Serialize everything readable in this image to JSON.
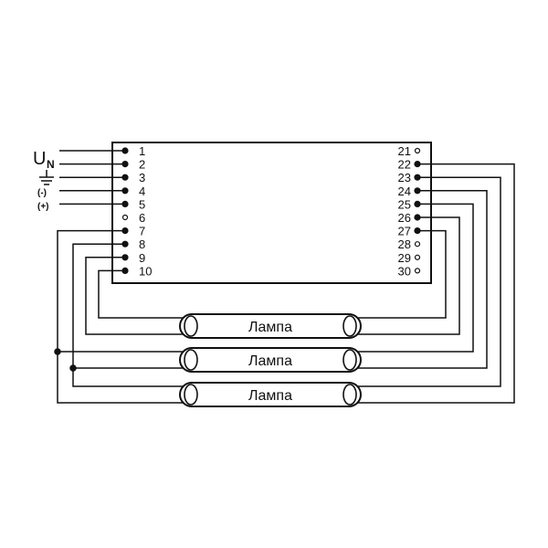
{
  "colors": {
    "line": "#111111",
    "background": "#ffffff"
  },
  "supply_labels": {
    "un_main": "U",
    "un_sub": "N",
    "minus": "(-)",
    "plus": "(+)"
  },
  "left_pins": [
    {
      "label": "1",
      "connected": true
    },
    {
      "label": "2",
      "connected": true
    },
    {
      "label": "3",
      "connected": true
    },
    {
      "label": "4",
      "connected": true
    },
    {
      "label": "5",
      "connected": true
    },
    {
      "label": "6",
      "connected": false
    },
    {
      "label": "7",
      "connected": true
    },
    {
      "label": "8",
      "connected": true
    },
    {
      "label": "9",
      "connected": true
    },
    {
      "label": "10",
      "connected": true
    }
  ],
  "right_pins": [
    {
      "label": "21",
      "connected": false
    },
    {
      "label": "22",
      "connected": true
    },
    {
      "label": "23",
      "connected": true
    },
    {
      "label": "24",
      "connected": true
    },
    {
      "label": "25",
      "connected": true
    },
    {
      "label": "26",
      "connected": true
    },
    {
      "label": "27",
      "connected": true
    },
    {
      "label": "28",
      "connected": false
    },
    {
      "label": "29",
      "connected": false
    },
    {
      "label": "30",
      "connected": false
    }
  ],
  "lamps": [
    {
      "label": "Лампа"
    },
    {
      "label": "Лампа"
    },
    {
      "label": "Лампа"
    }
  ]
}
